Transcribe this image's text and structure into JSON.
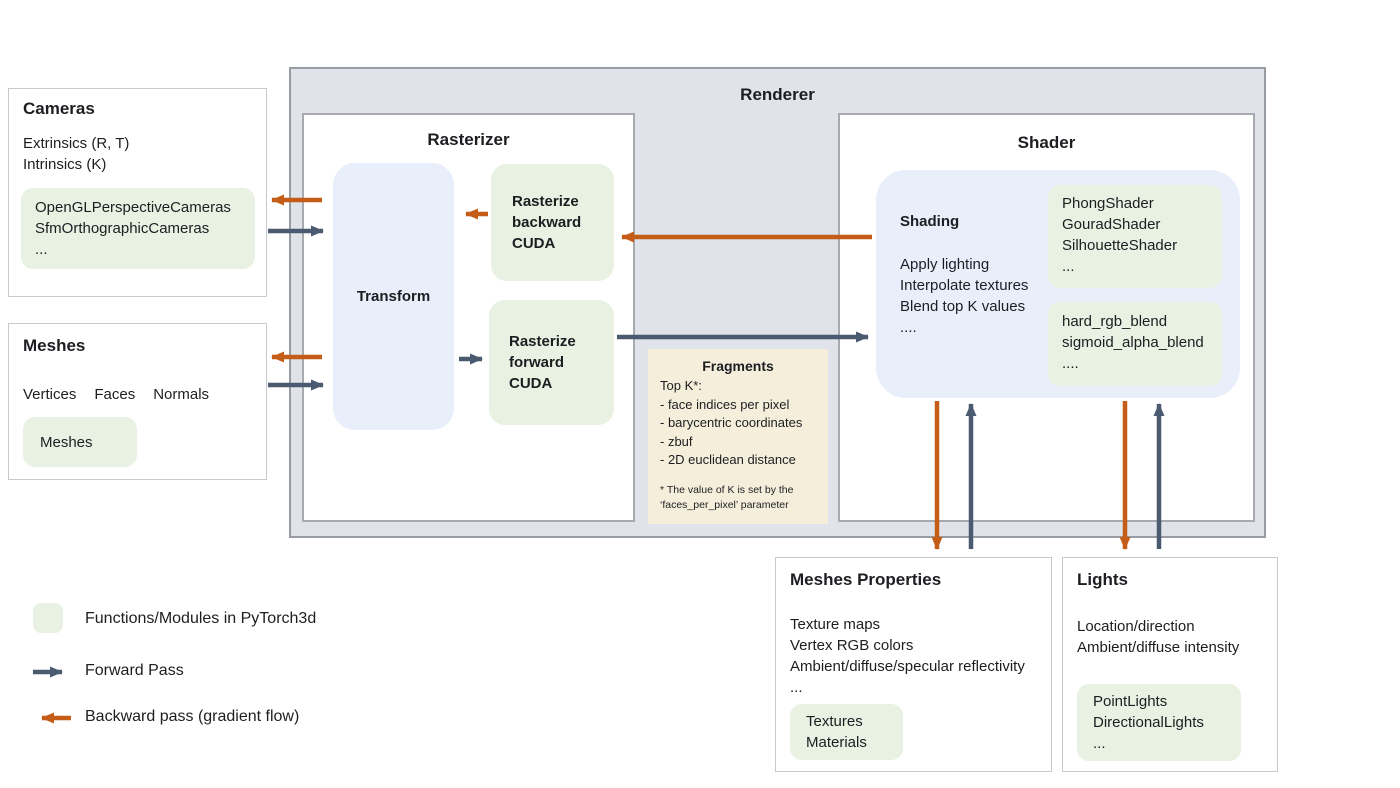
{
  "colors": {
    "renderer_bg": "#e0e3e9",
    "renderer_border": "#989da4",
    "panel_border": "#a7aaaf",
    "light_border": "#c7c9cc",
    "module_green": "#e8f1e2",
    "block_blue": "#e9eefb",
    "fragments_bg": "#f5eedb",
    "forward_arrow": "#4a5a70",
    "backward_arrow": "#c45d17",
    "text_color": "#1c1e21"
  },
  "renderer": {
    "title": "Renderer"
  },
  "rasterizer": {
    "title": "Rasterizer",
    "transform": "Transform",
    "rasterize_backward": "Rasterize\nbackward\nCUDA",
    "rasterize_forward": "Rasterize\nforward\nCUDA"
  },
  "fragments": {
    "title": "Fragments",
    "lines": "Top K*:\n- face indices per pixel\n- barycentric coordinates\n- zbuf\n- 2D euclidean distance",
    "footnote": "* The value of K is set by the\n‘faces_per_pixel’ parameter"
  },
  "shader": {
    "title": "Shader",
    "shading_title": "Shading",
    "shading_lines": "Apply lighting\nInterpolate textures\nBlend top K values\n....",
    "shader_modules": "PhongShader\nGouradShader\nSilhouetteShader\n...",
    "blend_modules": "hard_rgb_blend\nsigmoid_alpha_blend\n...."
  },
  "cameras": {
    "title": "Cameras",
    "params": "Extrinsics (R, T)\nIntrinsics (K)",
    "modules": "OpenGLPerspectiveCameras\nSfmOrthographicCameras\n..."
  },
  "meshes": {
    "title": "Meshes",
    "params": [
      "Vertices",
      "Faces",
      "Normals"
    ],
    "modules": "Meshes"
  },
  "meshes_properties": {
    "title": "Meshes Properties",
    "params": "Texture maps\nVertex RGB colors\nAmbient/diffuse/specular reflectivity\n...",
    "modules": "Textures\nMaterials"
  },
  "lights": {
    "title": "Lights",
    "params": "Location/direction\nAmbient/diffuse intensity",
    "modules": "PointLights\nDirectionalLights\n..."
  },
  "legend": {
    "module_label": "Functions/Modules in PyTorch3d",
    "forward_label": "Forward Pass",
    "backward_label": "Backward pass (gradient flow)"
  }
}
